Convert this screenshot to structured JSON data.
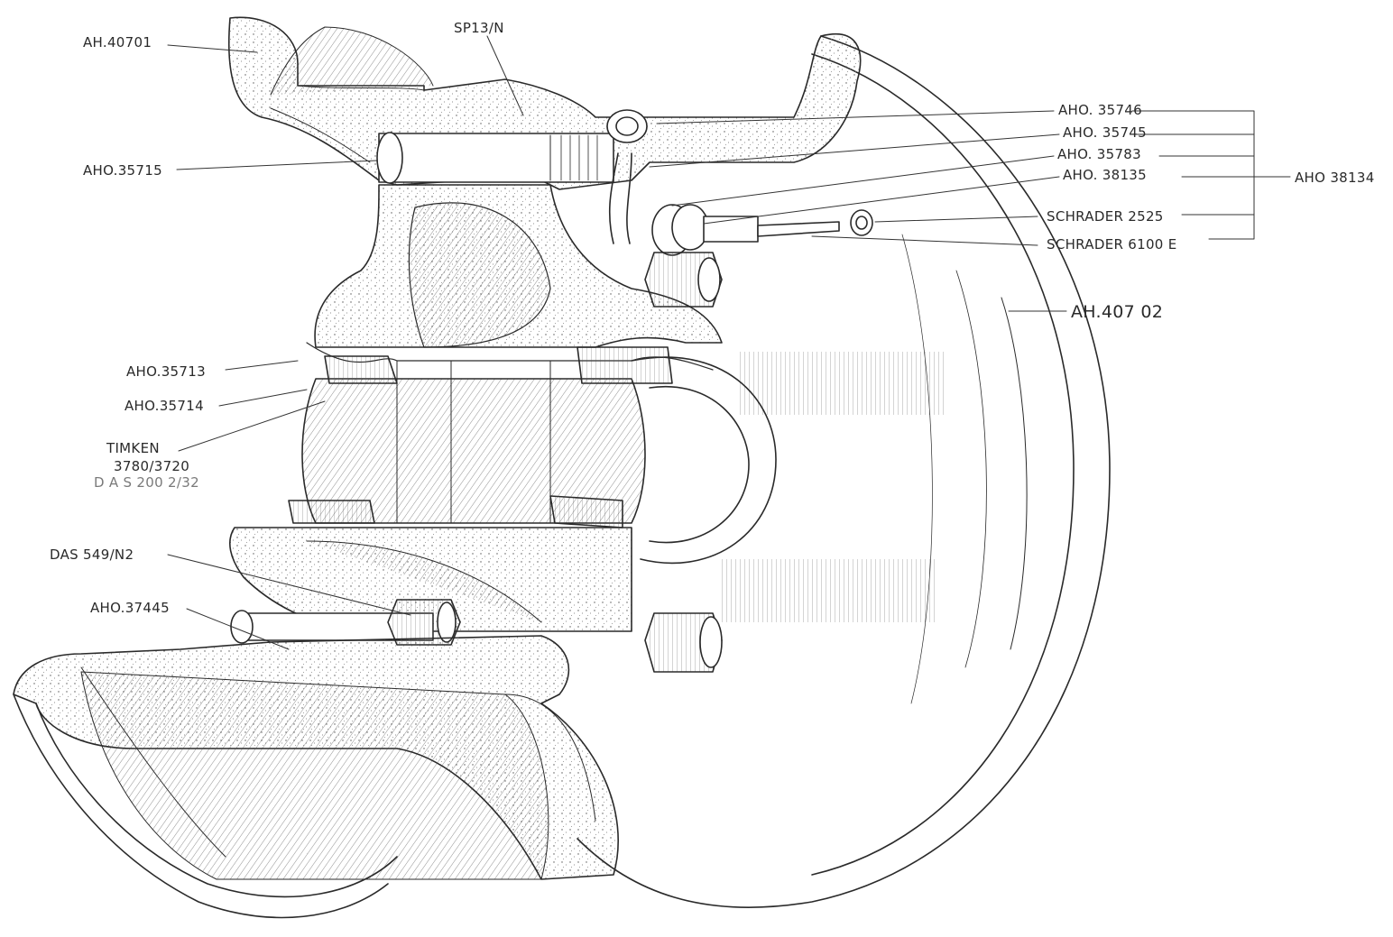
{
  "part_labels": {
    "ah_40701": "AH.40701",
    "sp13_n": "SP13/N",
    "aho_35746": "AHO. 35746",
    "aho_35745": "AHO. 35745",
    "aho_35783": "AHO. 35783",
    "aho_38135": "AHO. 38135",
    "aho_38134": "AHO 38134",
    "aho_35715": "AHO.35715",
    "schrader_2525": "SCHRADER 2525",
    "schrader_6100e": "SCHRADER 6100 E",
    "ah_40702": "AH.407 02",
    "aho_35713": "AHO.35713",
    "aho_35714": "AHO.35714",
    "timken_1": "TIMKEN",
    "timken_2": "3780/3720",
    "das_faint": "D A S 200 2/32",
    "das_549": "DAS 549/N2",
    "aho_37445": "AHO.37445"
  },
  "colors": {
    "ink": "#2a2a2a",
    "stipple": "#555555",
    "paper": "#ffffff"
  }
}
